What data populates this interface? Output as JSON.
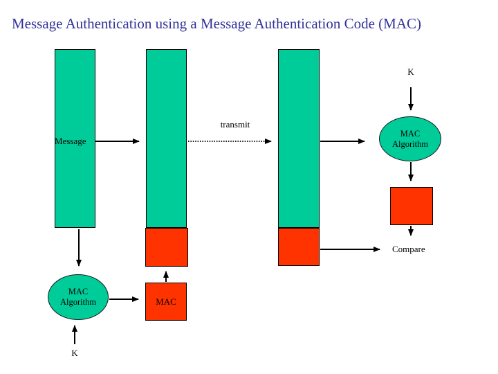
{
  "title": "Message Authentication using a Message Authentication Code (MAC)",
  "colors": {
    "block_green": "#00CC99",
    "block_red": "#FF3300",
    "title_text": "#333399",
    "diagram_text": "#000000"
  },
  "sender": {
    "message_label": "Message",
    "key_label": "K",
    "mac_algorithm_label": {
      "line1": "MAC",
      "line2": "Algorithm"
    },
    "mac_output_label": "MAC"
  },
  "channel": {
    "transmit_label": "transmit"
  },
  "receiver": {
    "key_label": "K",
    "mac_algorithm_label": {
      "line1": "MAC",
      "line2": "Algorithm"
    },
    "compare_label": "Compare"
  }
}
